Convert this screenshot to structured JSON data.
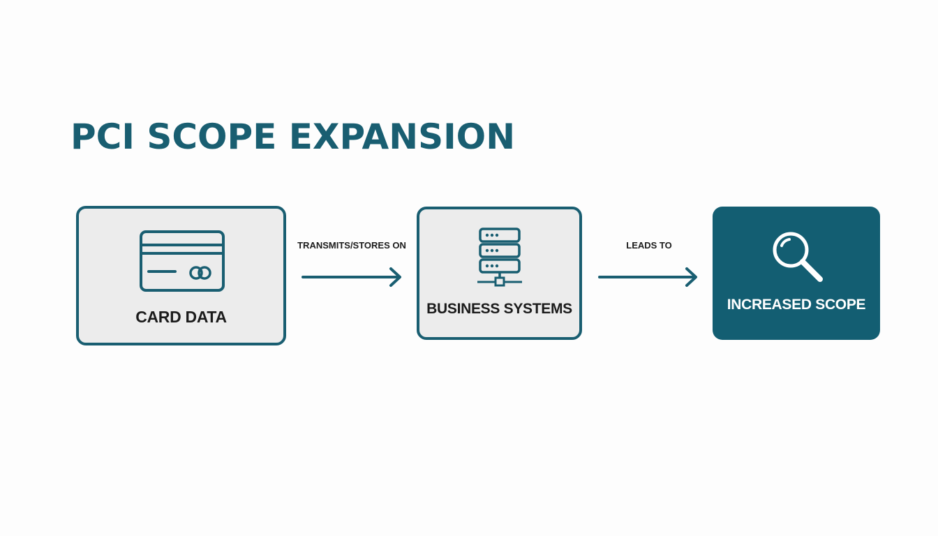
{
  "diagram": {
    "title": "PCI SCOPE EXPANSION",
    "nodes": [
      {
        "id": "card-data",
        "label": "CARD DATA",
        "icon": "credit-card-icon"
      },
      {
        "id": "business-systems",
        "label": "BUSINESS SYSTEMS",
        "icon": "server-stack-icon"
      },
      {
        "id": "increased-scope",
        "label": "INCREASED SCOPE",
        "icon": "magnifying-glass-icon"
      }
    ],
    "edges": [
      {
        "from": "card-data",
        "to": "business-systems",
        "label": "TRANSMITS/STORES ON"
      },
      {
        "from": "business-systems",
        "to": "increased-scope",
        "label": "LEADS TO"
      }
    ],
    "colors": {
      "accent": "#195e71",
      "dark_node": "#135e72",
      "light_node": "#ececec",
      "text": "#1b1b1b"
    }
  }
}
